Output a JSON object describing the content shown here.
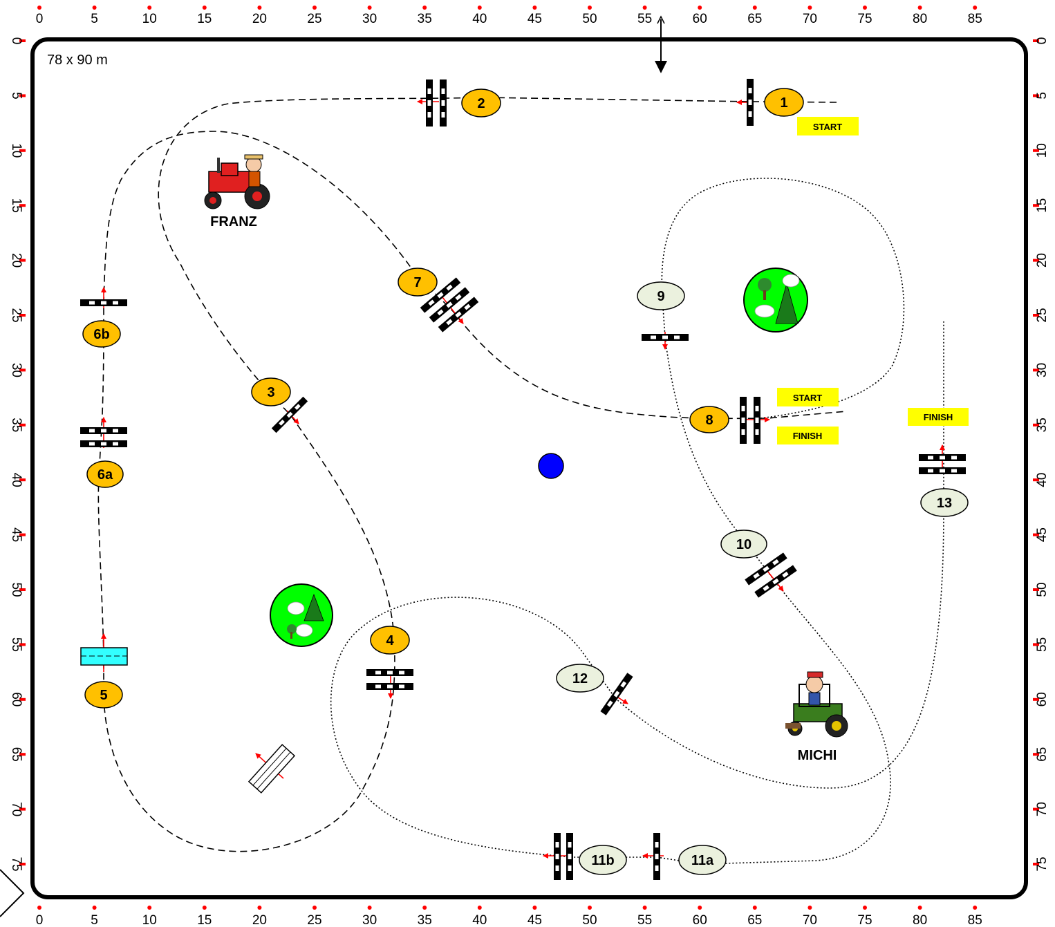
{
  "arena": {
    "dimensions": "78 x 90 m"
  },
  "rulers": {
    "horizontal": [
      "0",
      "5",
      "10",
      "15",
      "20",
      "25",
      "30",
      "35",
      "40",
      "45",
      "50",
      "55",
      "60",
      "65",
      "70",
      "75",
      "80",
      "85"
    ],
    "vertical": [
      "0",
      "5",
      "10",
      "15",
      "20",
      "25",
      "30",
      "35",
      "40",
      "45",
      "50",
      "55",
      "60",
      "65",
      "70",
      "75"
    ]
  },
  "obstacles_franz": [
    {
      "id": "1",
      "label": "1"
    },
    {
      "id": "2",
      "label": "2"
    },
    {
      "id": "3",
      "label": "3"
    },
    {
      "id": "4",
      "label": "4"
    },
    {
      "id": "5",
      "label": "5"
    },
    {
      "id": "6a",
      "label": "6a"
    },
    {
      "id": "6b",
      "label": "6b"
    },
    {
      "id": "7",
      "label": "7"
    },
    {
      "id": "8",
      "label": "8"
    }
  ],
  "obstacles_michi": [
    {
      "id": "9",
      "label": "9"
    },
    {
      "id": "10",
      "label": "10"
    },
    {
      "id": "11a",
      "label": "11a"
    },
    {
      "id": "11b",
      "label": "11b"
    },
    {
      "id": "12",
      "label": "12"
    },
    {
      "id": "13",
      "label": "13"
    }
  ],
  "tags": {
    "start": "START",
    "finish": "FINISH"
  },
  "drivers": {
    "franz": "FRANZ",
    "michi": "MICHI"
  },
  "colors": {
    "franz_marker": "#FFC000",
    "michi_marker": "#EBF1DE",
    "tag_bg": "#FFFF00",
    "tree_circle": "#00FF00",
    "water_jump": "#33FFFF",
    "center_dot": "#0000FF",
    "direction_arrow": "#FF0000"
  },
  "icons": {
    "trees": "tree-group-icon",
    "franz_tractor": "red-tractor-icon",
    "michi_tractor": "green-tractor-icon",
    "entrance": "double-arrow-icon"
  }
}
